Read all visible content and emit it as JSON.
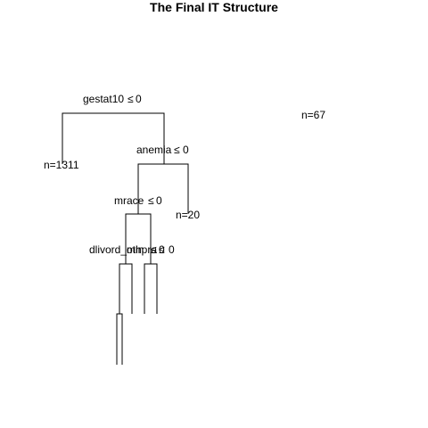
{
  "title": "The Final IT Structure",
  "splits": {
    "root": {
      "variable": "gestat10",
      "op": "≤",
      "value": "0"
    },
    "anemia": {
      "variable": "anemia",
      "op": "≤",
      "value": "0"
    },
    "mrace": {
      "variable": "mrace",
      "op": "≤",
      "value": "0"
    },
    "dlivord": {
      "variable": "dlivord_min",
      "op": "≤",
      "value": "0"
    },
    "othpra": {
      "variable": "othpra",
      "op": "≤",
      "value": "0"
    }
  },
  "leaves": {
    "left_root": "n=1311",
    "right_anemia": "n=20",
    "separate": "n=67"
  }
}
